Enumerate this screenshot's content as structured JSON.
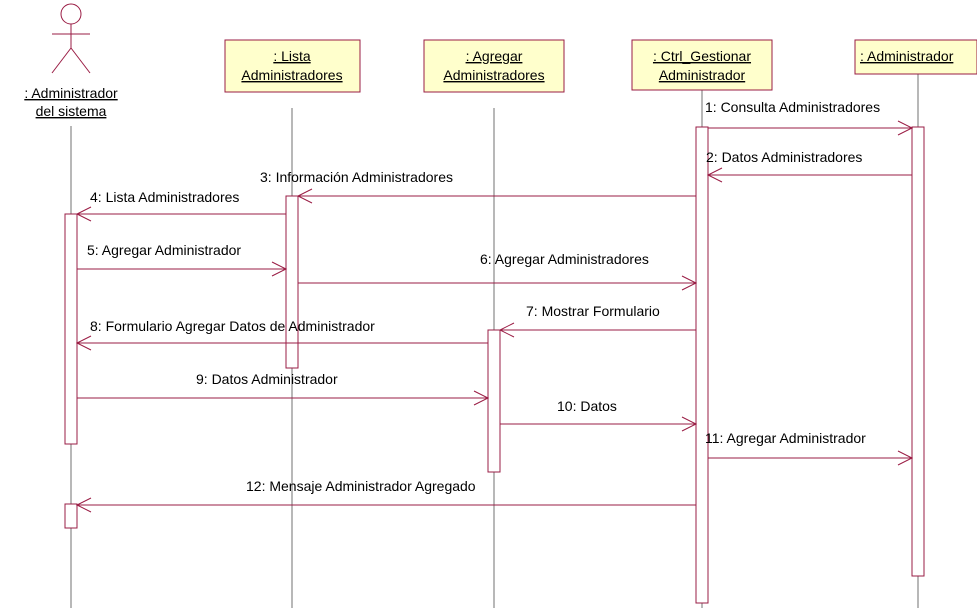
{
  "colors": {
    "object_fill": "#ffffcc",
    "object_border": "#9a1c44",
    "line": "#9a1c44",
    "lifeline": "#707070",
    "text": "#000000"
  },
  "actor": {
    "icon": "stick-figure-icon",
    "label_lines": [
      ": Administrador",
      "del sistema"
    ]
  },
  "objects": [
    {
      "key": "lista",
      "label_lines": [
        ": Lista",
        "Administradores"
      ]
    },
    {
      "key": "agregar",
      "label_lines": [
        ": Agregar",
        "Administradores"
      ]
    },
    {
      "key": "ctrl",
      "label_lines": [
        ": Ctrl_Gestionar",
        "Administrador"
      ]
    },
    {
      "key": "admin",
      "label_lines": [
        ": Administrador"
      ]
    }
  ],
  "messages": [
    "1: Consulta Administradores",
    "2: Datos Administradores",
    "3: Información Administradores",
    "4: Lista Administradores",
    "5: Agregar Administrador",
    "6: Agregar Administradores",
    "7: Mostrar Formulario",
    "8: Formulario Agregar Datos de Administrador",
    "9: Datos Administrador",
    "10: Datos",
    "11: Agregar Administrador",
    "12: Mensaje Administrador Agregado"
  ]
}
